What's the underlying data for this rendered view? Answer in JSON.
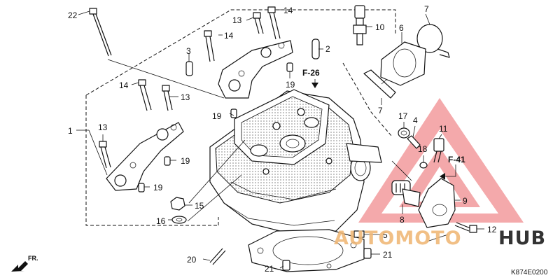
{
  "diagram": {
    "callouts": [
      {
        "id": "c22",
        "label": "22"
      },
      {
        "id": "c13a",
        "label": "13"
      },
      {
        "id": "c14a",
        "label": "14"
      },
      {
        "id": "c14b",
        "label": "14"
      },
      {
        "id": "c3",
        "label": "3"
      },
      {
        "id": "c2",
        "label": "2"
      },
      {
        "id": "c10",
        "label": "10"
      },
      {
        "id": "c6",
        "label": "6"
      },
      {
        "id": "c7a",
        "label": "7"
      },
      {
        "id": "c7b",
        "label": "7"
      },
      {
        "id": "c19a",
        "label": "19"
      },
      {
        "id": "c19b",
        "label": "19"
      },
      {
        "id": "c14c",
        "label": "14"
      },
      {
        "id": "c13b",
        "label": "13"
      },
      {
        "id": "c1",
        "label": "1"
      },
      {
        "id": "c13c",
        "label": "13"
      },
      {
        "id": "c19c",
        "label": "19"
      },
      {
        "id": "c19d",
        "label": "19"
      },
      {
        "id": "c17",
        "label": "17"
      },
      {
        "id": "c4",
        "label": "4"
      },
      {
        "id": "c11",
        "label": "11"
      },
      {
        "id": "c18",
        "label": "18"
      },
      {
        "id": "c15",
        "label": "15"
      },
      {
        "id": "c16",
        "label": "16"
      },
      {
        "id": "c9",
        "label": "9"
      },
      {
        "id": "c8",
        "label": "8"
      },
      {
        "id": "c12",
        "label": "12"
      },
      {
        "id": "c5",
        "label": "5"
      },
      {
        "id": "c20",
        "label": "20"
      },
      {
        "id": "c21a",
        "label": "21"
      },
      {
        "id": "c21b",
        "label": "21"
      }
    ],
    "references": {
      "f26": "F-26",
      "f41": "F-41"
    },
    "front_marker": "FR.",
    "diagram_code": "K874E0200"
  },
  "watermark": {
    "part1": "AUTOMOTO",
    "part2": "HUB",
    "triangle_color": "#e8474a",
    "text_color_1": "#f0b878",
    "text_color_2": "#333333"
  }
}
